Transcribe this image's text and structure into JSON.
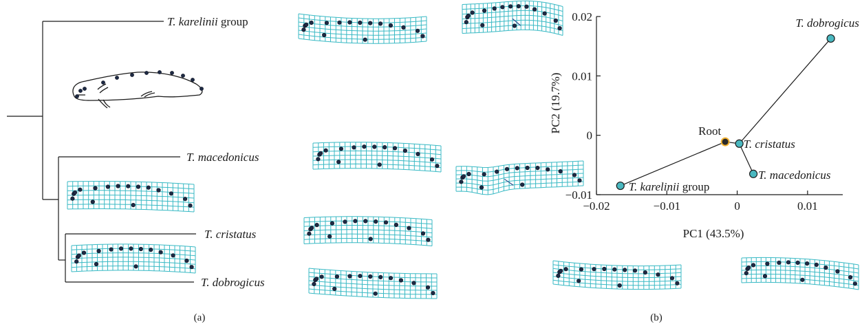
{
  "colors": {
    "grid": "#38b9c4",
    "landmark": "#1e2a44",
    "line": "#1a1a1a",
    "node_fill": "#4ab8c0",
    "root_fill": "#2a2a2a",
    "root_ring": "#f2b233"
  },
  "panel_a": {
    "label": "(a)",
    "taxa": [
      {
        "genus": "T.",
        "species": "karelinii",
        "suffix": " group"
      },
      {
        "genus": "T.",
        "species": "macedonicus",
        "suffix": ""
      },
      {
        "genus": "T.",
        "species": "cristatus",
        "suffix": ""
      },
      {
        "genus": "T.",
        "species": "dobrogicus",
        "suffix": ""
      }
    ]
  },
  "panel_b": {
    "label": "(b)",
    "chart_data": {
      "type": "scatter",
      "xlabel": "PC1 (43.5%)",
      "ylabel": "PC2 (19.7%)",
      "xlim": [
        -0.02,
        0.015
      ],
      "ylim": [
        -0.01,
        0.02
      ],
      "xticks": [
        -0.02,
        -0.01,
        0,
        0.01
      ],
      "xtick_labels": [
        "−0.02",
        "−0.01",
        "0",
        "0.01"
      ],
      "yticks": [
        -0.01,
        0,
        0.01,
        0.02
      ],
      "ytick_labels": [
        "−0.01",
        "0",
        "0.01",
        "0.02"
      ],
      "points": [
        {
          "id": "root",
          "label": "Root",
          "x": -0.0017,
          "y": -0.0011,
          "root": true
        },
        {
          "id": "karelinii",
          "genus": "T.",
          "species": "karelinii",
          "suffix": " group",
          "x": -0.0166,
          "y": -0.0085
        },
        {
          "id": "cristatus",
          "genus": "T.",
          "species": "cristatus",
          "suffix": "",
          "x": 0.0003,
          "y": -0.0014
        },
        {
          "id": "macedonicus",
          "genus": "T.",
          "species": "macedonicus",
          "suffix": "",
          "x": 0.0023,
          "y": -0.0065
        },
        {
          "id": "dobrogicus",
          "genus": "T.",
          "species": "dobrogicus",
          "suffix": "",
          "x": 0.0133,
          "y": 0.0163
        }
      ],
      "edges": [
        [
          "root",
          "karelinii"
        ],
        [
          "root",
          "cristatus"
        ],
        [
          "cristatus",
          "macedonicus"
        ],
        [
          "cristatus",
          "dobrogicus"
        ]
      ]
    }
  }
}
